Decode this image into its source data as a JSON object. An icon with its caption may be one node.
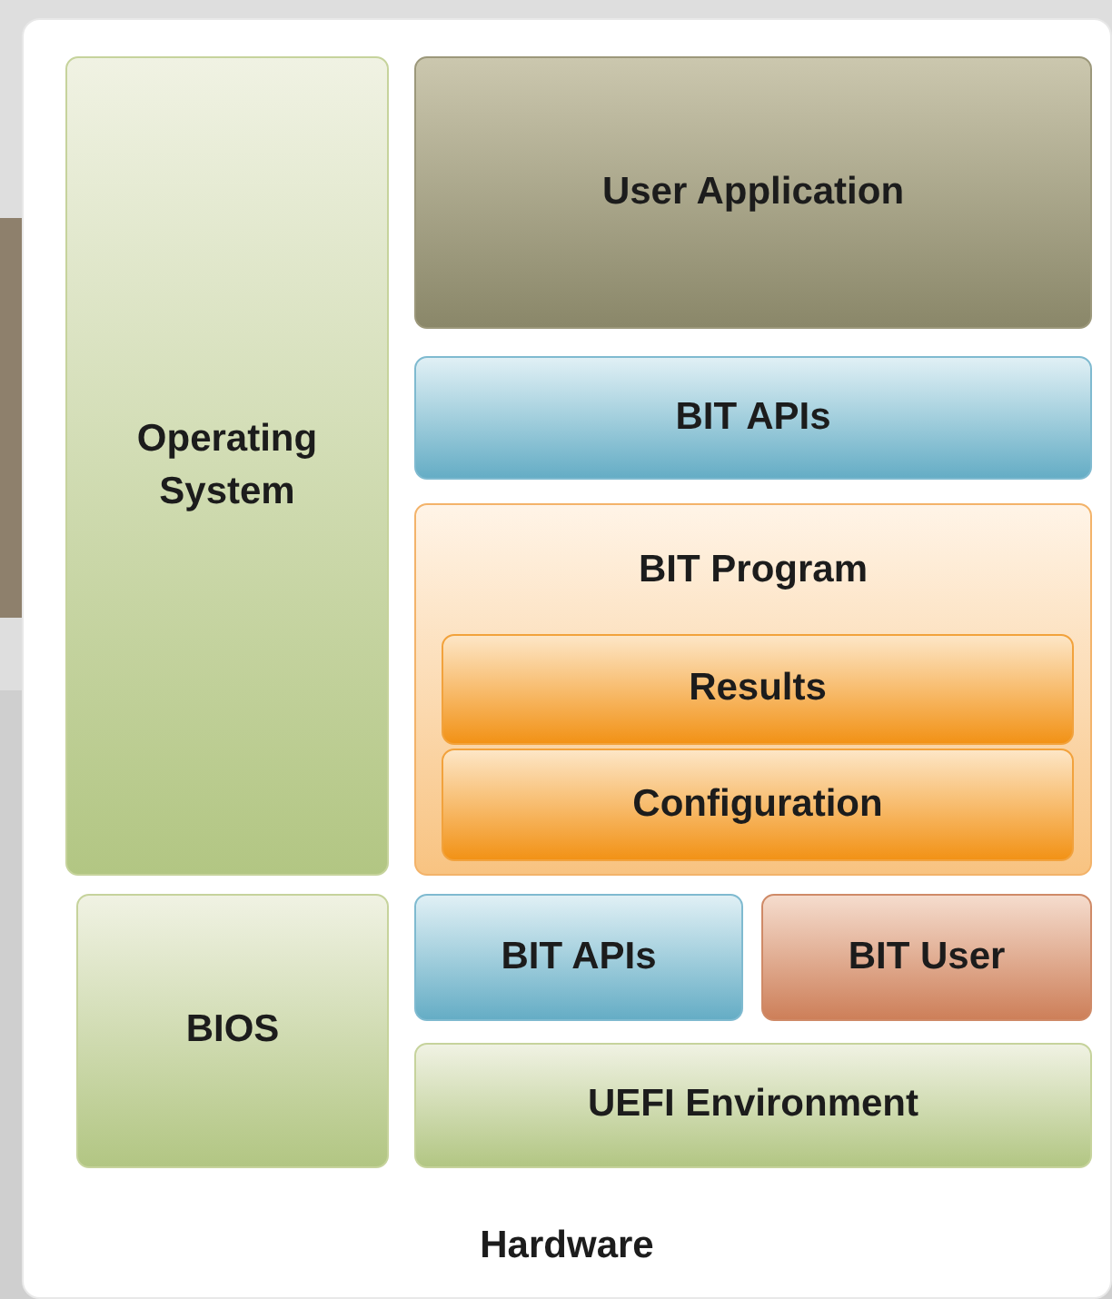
{
  "diagram": {
    "nodes": [
      {
        "text": [
          "Hardware"
        ]
      },
      {
        "text": [
          "Operating System"
        ],
        "in": 0
      },
      {
        "text": [
          "User Application"
        ],
        "in": 0
      },
      {
        "text": [
          "BIT APIs"
        ],
        "in": 0
      },
      {
        "text": [
          "BIT Program"
        ],
        "in": 0
      },
      {
        "text": [
          "Results"
        ],
        "in": 4
      },
      {
        "text": [
          "Configuration"
        ],
        "in": 4
      },
      {
        "text": [
          "BIOS"
        ],
        "in": 0
      },
      {
        "text": [
          "BIT APIs"
        ],
        "in": 0
      },
      {
        "text": [
          "BIT User"
        ],
        "in": 0
      },
      {
        "text": [
          "UEFI Environment"
        ],
        "in": 0
      }
    ]
  }
}
